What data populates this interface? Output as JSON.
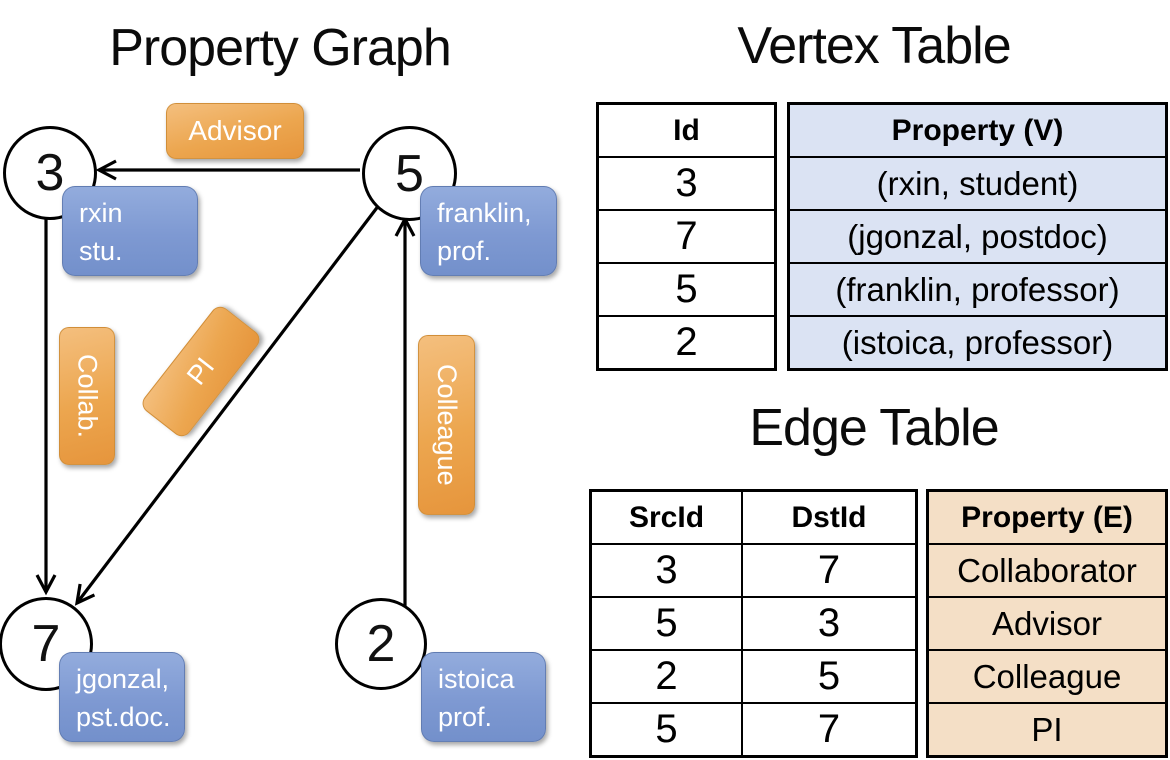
{
  "graph": {
    "title": "Property Graph",
    "nodes": {
      "n3": {
        "id": "3",
        "line1": "rxin",
        "line2": "stu."
      },
      "n5": {
        "id": "5",
        "line1": "franklin,",
        "line2": "prof."
      },
      "n7": {
        "id": "7",
        "line1": "jgonzal,",
        "line2": "pst.doc."
      },
      "n2": {
        "id": "2",
        "line1": "istoica",
        "line2": "prof."
      }
    },
    "edge_labels": {
      "advisor": "Advisor",
      "collab": "Collab.",
      "pi": "PI",
      "colleague": "Colleague"
    },
    "edges": [
      {
        "src": "5",
        "dst": "3",
        "label": "Advisor"
      },
      {
        "src": "3",
        "dst": "7",
        "label": "Collab."
      },
      {
        "src": "5",
        "dst": "7",
        "label": "PI"
      },
      {
        "src": "2",
        "dst": "5",
        "label": "Colleague"
      }
    ]
  },
  "vertex_table": {
    "title": "Vertex Table",
    "columns": [
      "Id",
      "Property (V)"
    ],
    "rows": [
      {
        "id": "3",
        "property": "(rxin, student)"
      },
      {
        "id": "7",
        "property": "(jgonzal, postdoc)"
      },
      {
        "id": "5",
        "property": "(franklin, professor)"
      },
      {
        "id": "2",
        "property": "(istoica, professor)"
      }
    ]
  },
  "edge_table": {
    "title": "Edge Table",
    "columns": [
      "SrcId",
      "DstId",
      "Property (E)"
    ],
    "rows": [
      {
        "src": "3",
        "dst": "7",
        "property": "Collaborator"
      },
      {
        "src": "5",
        "dst": "3",
        "property": "Advisor"
      },
      {
        "src": "2",
        "dst": "5",
        "property": "Colleague"
      },
      {
        "src": "5",
        "dst": "7",
        "property": "PI"
      }
    ]
  },
  "colors": {
    "edge_label_orange": "#eca64f",
    "vertex_label_blue": "#7e99d2",
    "vertex_property_fill": "#dbe3f3",
    "edge_property_fill": "#f4dfc6",
    "line": "#000000"
  }
}
